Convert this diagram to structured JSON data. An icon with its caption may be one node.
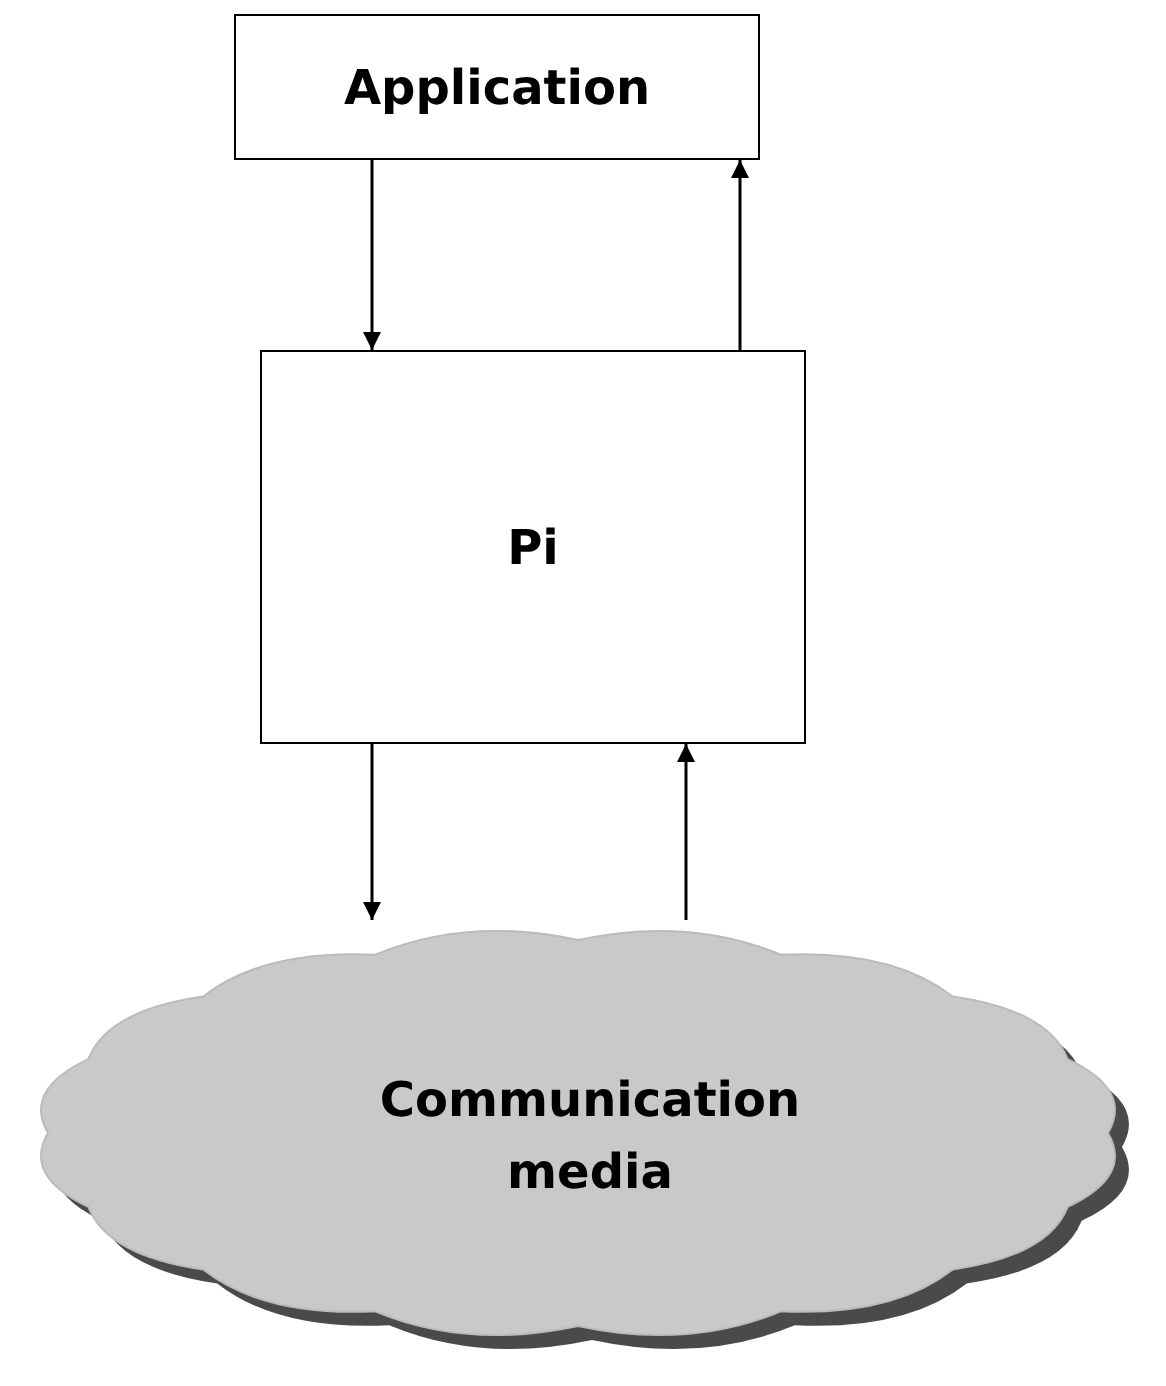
{
  "diagram": {
    "nodes": [
      {
        "text": [
          "Application"
        ]
      },
      {
        "text": [
          "Pi"
        ]
      },
      {
        "text": [
          "Communication media"
        ]
      }
    ],
    "edges": [
      {
        "from": 0,
        "to": 1,
        "arrow": "to"
      },
      {
        "from": 1,
        "to": 0,
        "arrow": "to"
      },
      {
        "from": 1,
        "to": 2,
        "arrow": "to"
      },
      {
        "from": 2,
        "to": 1,
        "arrow": "to"
      }
    ]
  }
}
